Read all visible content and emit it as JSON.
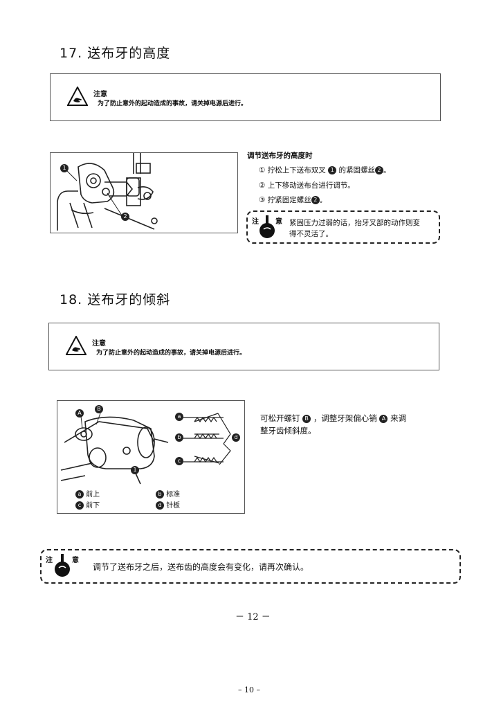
{
  "section17": {
    "title": "17. 送布牙的高度",
    "warning": {
      "heading": "注意",
      "text": "为了防止意外的起动造成的事故，请关掉电源后进行。"
    },
    "instructions": {
      "heading": "调节送布牙的高度时",
      "steps": [
        {
          "marker": "①",
          "text": "拧松上下送布双叉",
          "ref": "1",
          "suffix": "的紧固螺丝",
          "ref2": "2",
          "end": "。"
        },
        {
          "marker": "②",
          "text": "上下移动送布台进行调节。"
        },
        {
          "marker": "③",
          "text": "拧紧固定螺丝",
          "ref": "2",
          "end": "。"
        }
      ],
      "callouts": [
        "1",
        "2"
      ]
    },
    "caution": {
      "label_left": "注",
      "label_right": "意",
      "text_line1": "紧固压力过弱的话，抬牙叉部的动作则变",
      "text_line2": "得不灵活了。"
    }
  },
  "section18": {
    "title": "18. 送布牙的倾斜",
    "warning": {
      "heading": "注意",
      "text": "为了防止意外的起动造成的事故，请关掉电源后进行。"
    },
    "description_line1": "可松开螺钉",
    "ref_b": "B",
    "description_mid": "，调整牙架偏心销",
    "ref_a": "A",
    "description_end": "来调",
    "description_line2": "整牙齿倾斜度。",
    "figure_labels": {
      "a": "a",
      "b": "b",
      "c": "c",
      "d": "d",
      "A": "A",
      "B": "B"
    },
    "legend": [
      {
        "key": "a",
        "text": "前上"
      },
      {
        "key": "b",
        "text": "标准"
      },
      {
        "key": "c",
        "text": "前下"
      },
      {
        "key": "d",
        "text": "针板"
      }
    ]
  },
  "bottom_caution": {
    "label_left": "注",
    "label_right": "意",
    "text": "调节了送布牙之后，送布齿的高度会有变化，请再次确认。"
  },
  "page_numbers": {
    "inner": "－ 12 －",
    "outer": "– 10 –"
  }
}
